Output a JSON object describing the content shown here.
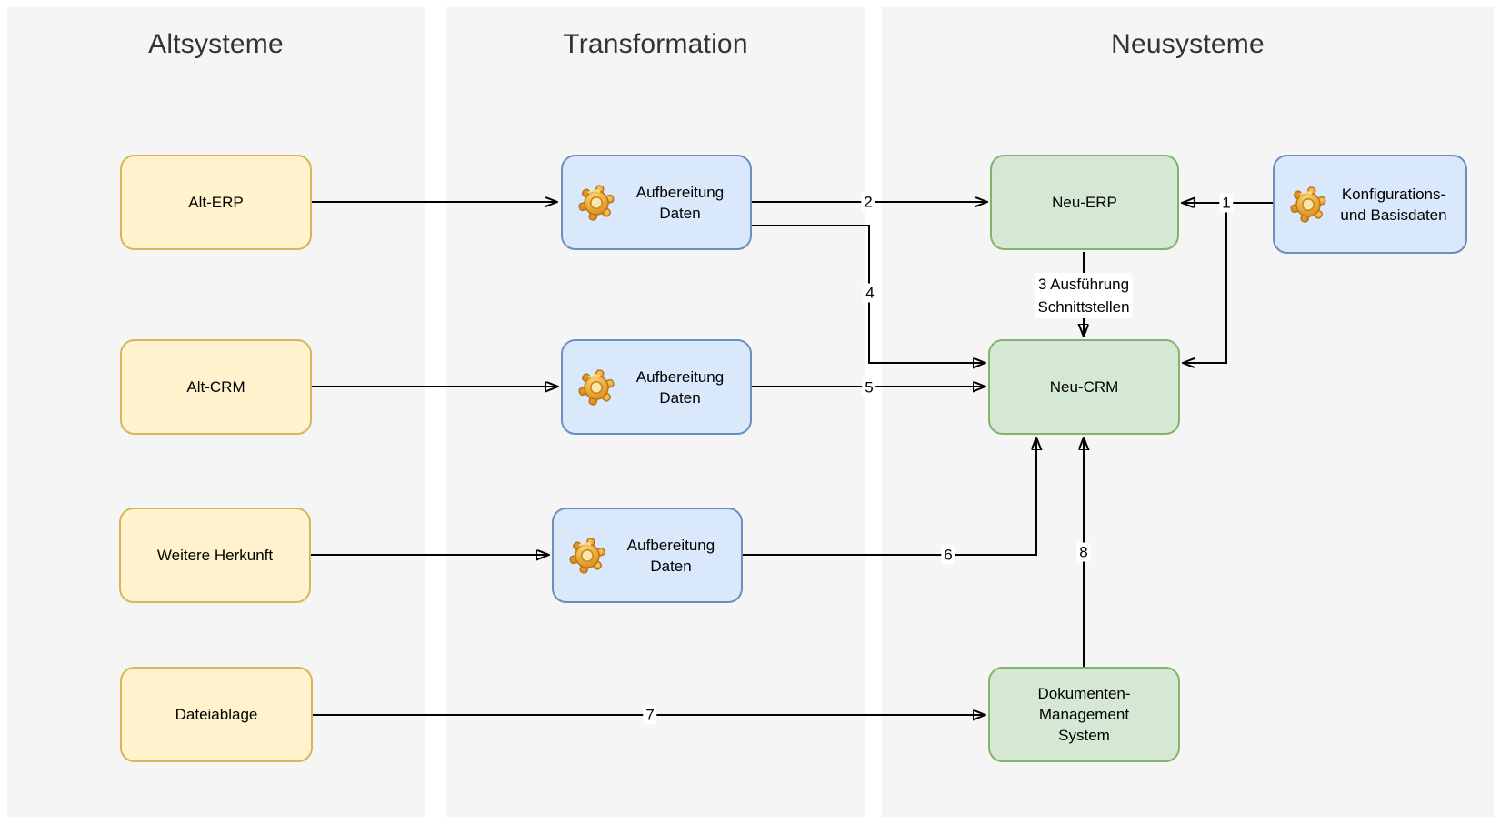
{
  "diagram": {
    "lanes": [
      {
        "id": "altsysteme",
        "title": "Altsysteme"
      },
      {
        "id": "transformation",
        "title": "Transformation"
      },
      {
        "id": "neusysteme",
        "title": "Neusysteme"
      }
    ],
    "nodes": {
      "alt_erp": {
        "label": "Alt-ERP",
        "kind": "legacy"
      },
      "alt_crm": {
        "label": "Alt-CRM",
        "kind": "legacy"
      },
      "weitere_herkunft": {
        "label": "Weitere Herkunft",
        "kind": "legacy"
      },
      "dateiablage": {
        "label": "Dateiablage",
        "kind": "legacy"
      },
      "aufbereitung_1": {
        "line1": "Aufbereitung",
        "line2": "Daten",
        "kind": "transform",
        "icon": "gear-icon"
      },
      "aufbereitung_2": {
        "line1": "Aufbereitung",
        "line2": "Daten",
        "kind": "transform",
        "icon": "gear-icon"
      },
      "aufbereitung_3": {
        "line1": "Aufbereitung",
        "line2": "Daten",
        "kind": "transform",
        "icon": "gear-icon"
      },
      "neu_erp": {
        "label": "Neu-ERP",
        "kind": "new"
      },
      "neu_crm": {
        "label": "Neu-CRM",
        "kind": "new"
      },
      "dms": {
        "line1": "Dokumenten-",
        "line2": "Management",
        "line3": "System",
        "kind": "new"
      },
      "konfig": {
        "line1": "Konfigurations-",
        "line2": "und Basisdaten",
        "kind": "config",
        "icon": "gear-icon"
      }
    },
    "edge_labels": {
      "e1": "1",
      "e2": "2",
      "e3_line1": "3 Ausführung",
      "e3_line2": "Schnittstellen",
      "e4": "4",
      "e5": "5",
      "e6": "6",
      "e7": "7",
      "e8": "8"
    },
    "colors": {
      "lane_background": "#F5F5F5",
      "lane_title_text": "#333333",
      "legacy_fill": "#FFF2CC",
      "legacy_stroke": "#D6B656",
      "transform_fill": "#DAE8FC",
      "transform_stroke": "#6C8EBF",
      "new_fill": "#D5E8D4",
      "new_stroke": "#82B366",
      "edge_stroke": "#000000",
      "gear_icon_color": "#EFA733"
    }
  }
}
